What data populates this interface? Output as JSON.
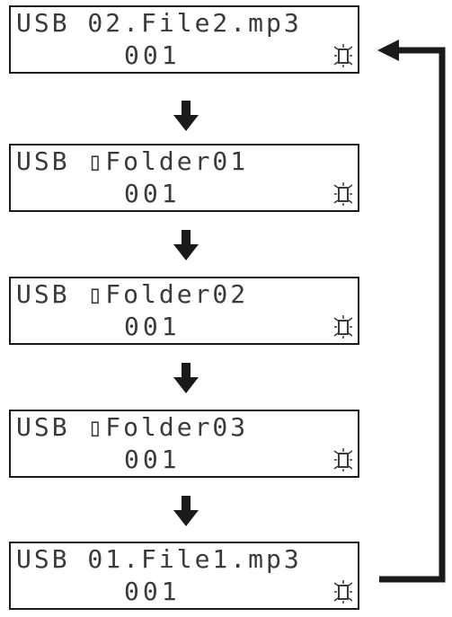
{
  "displays": [
    {
      "line1": "USB 02.File2.mp3",
      "line2": "001",
      "icon": "blinking-cursor-icon"
    },
    {
      "line1": "USB ▯Folder01",
      "line2": "001",
      "icon": "blinking-cursor-icon"
    },
    {
      "line1": "USB ▯Folder02",
      "line2": "001",
      "icon": "blinking-cursor-icon"
    },
    {
      "line1": "USB ▯Folder03",
      "line2": "001",
      "icon": "blinking-cursor-icon"
    },
    {
      "line1": "USB 01.File1.mp3",
      "line2": "001",
      "icon": "blinking-cursor-icon"
    }
  ],
  "flow": {
    "arrow_icon": "down-arrow-icon",
    "loop_icon": "loop-back-arrow-icon"
  },
  "colors": {
    "lcd_border": "#1a1a1a",
    "lcd_text": "#3a3a3a",
    "arrow": "#1a1a1a"
  }
}
